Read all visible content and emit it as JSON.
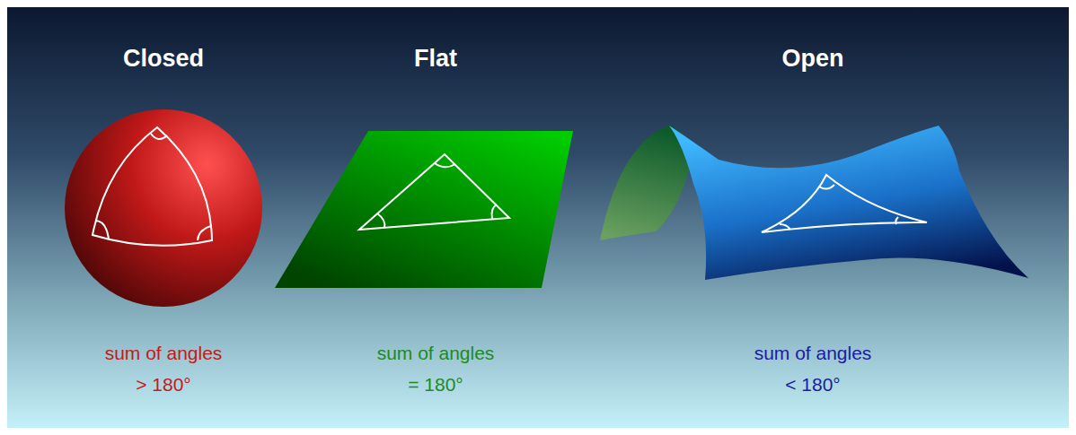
{
  "diagram": {
    "labels": [
      "Closed",
      "Flat",
      "Open",
      "sum of angles > 180°",
      "sum of angles = 180°",
      "sum of angles < 180°"
    ]
  }
}
